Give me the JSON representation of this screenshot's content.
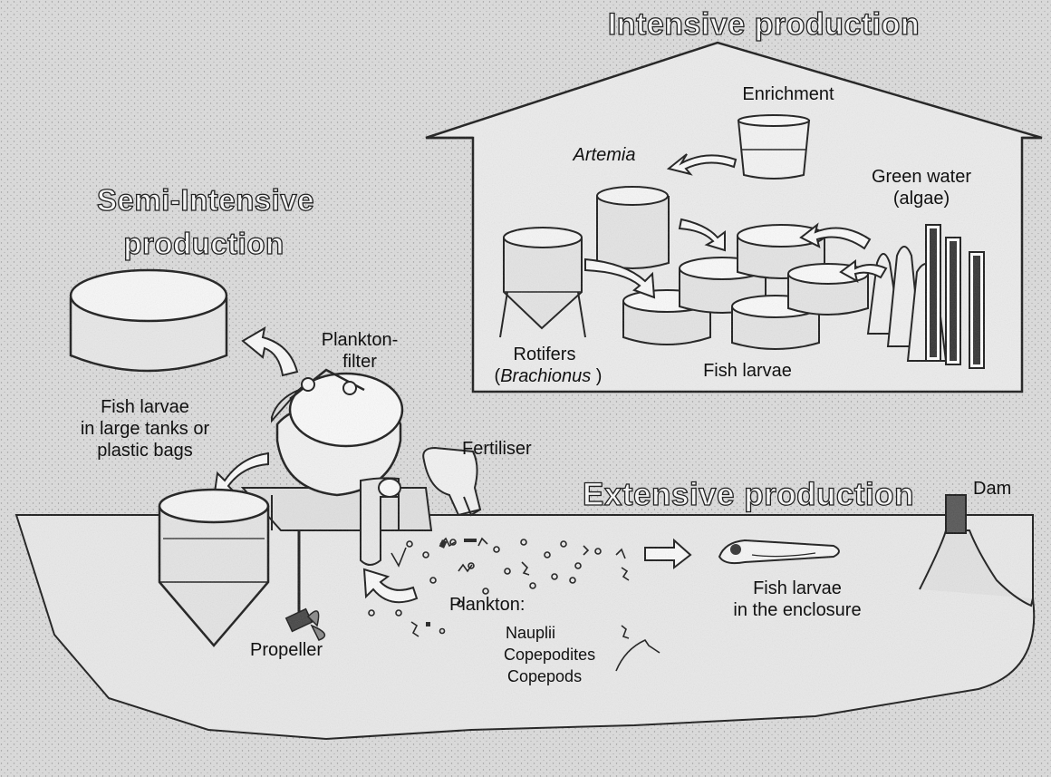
{
  "headings": {
    "intensive": "Intensive production",
    "semi_line1": "Semi-Intensive",
    "semi_line2": "production",
    "extensive": "Extensive production"
  },
  "labels": {
    "enrichment": "Enrichment",
    "artemia": "Artemia",
    "green_water_line1": "Green water",
    "green_water_line2": "(algae)",
    "rotifers_line1": "Rotifers",
    "rotifers_line2_italic": "Brachionus",
    "rotifers_line2_close": " )",
    "rotifers_line2_open": "(",
    "fish_larvae_intensive": "Fish larvae",
    "plankton_filter_line1": "Plankton-",
    "plankton_filter_line2": "filter",
    "tanks_line1": "Fish larvae",
    "tanks_line2": "in large tanks or",
    "tanks_line3": "plastic bags",
    "fertiliser": "Fertiliser",
    "dam": "Dam",
    "propeller": "Propeller",
    "plankton": "Plankton:",
    "nauplii": "Nauplii",
    "copepodites": "Copepodites",
    "copepods": "Copepods",
    "enclosure_line1": "Fish larvae",
    "enclosure_line2": "in the enclosure"
  },
  "colors": {
    "background": "#d9d9d9",
    "line": "#1a1a1a",
    "fill_light": "#f4f4f4",
    "fill_mid": "#c8c8c8"
  }
}
